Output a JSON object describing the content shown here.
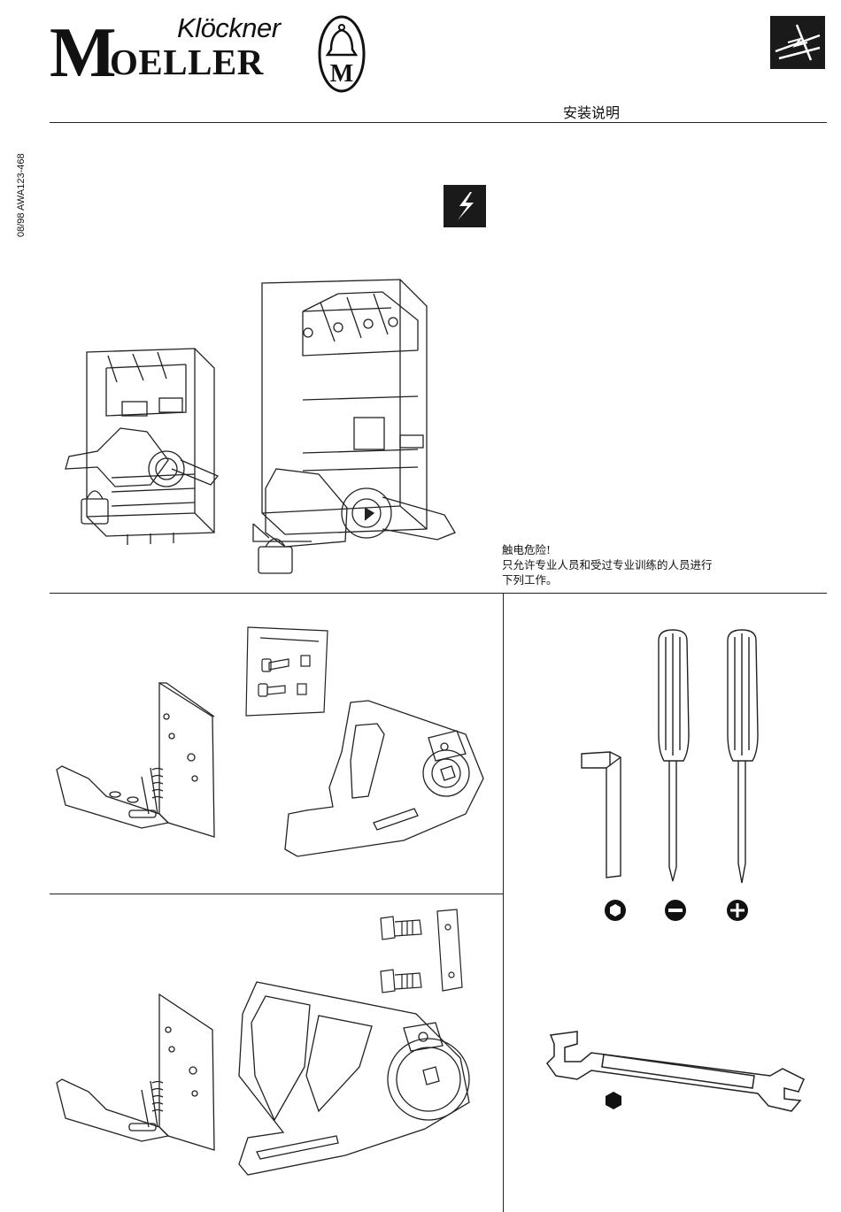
{
  "header": {
    "brand_top": "Klöckner",
    "brand_initial": "M",
    "brand_rest": "OELLER",
    "title": "安装说明",
    "doc_code": "08/98 AWA123-468"
  },
  "warning": {
    "line1": "触电危险!",
    "line2": "只允许专业人员和受过专业训练的人员进行",
    "line3": "下列工作。"
  },
  "icons": {
    "warning": "lightning-warning-icon",
    "logo": "bell-emblem-icon",
    "corner": "lightning-corner-logo-icon",
    "hex": "hex-socket-icon",
    "slot": "slotted-screwdriver-icon",
    "cross": "cross-screwdriver-icon",
    "nut": "hex-nut-icon"
  }
}
